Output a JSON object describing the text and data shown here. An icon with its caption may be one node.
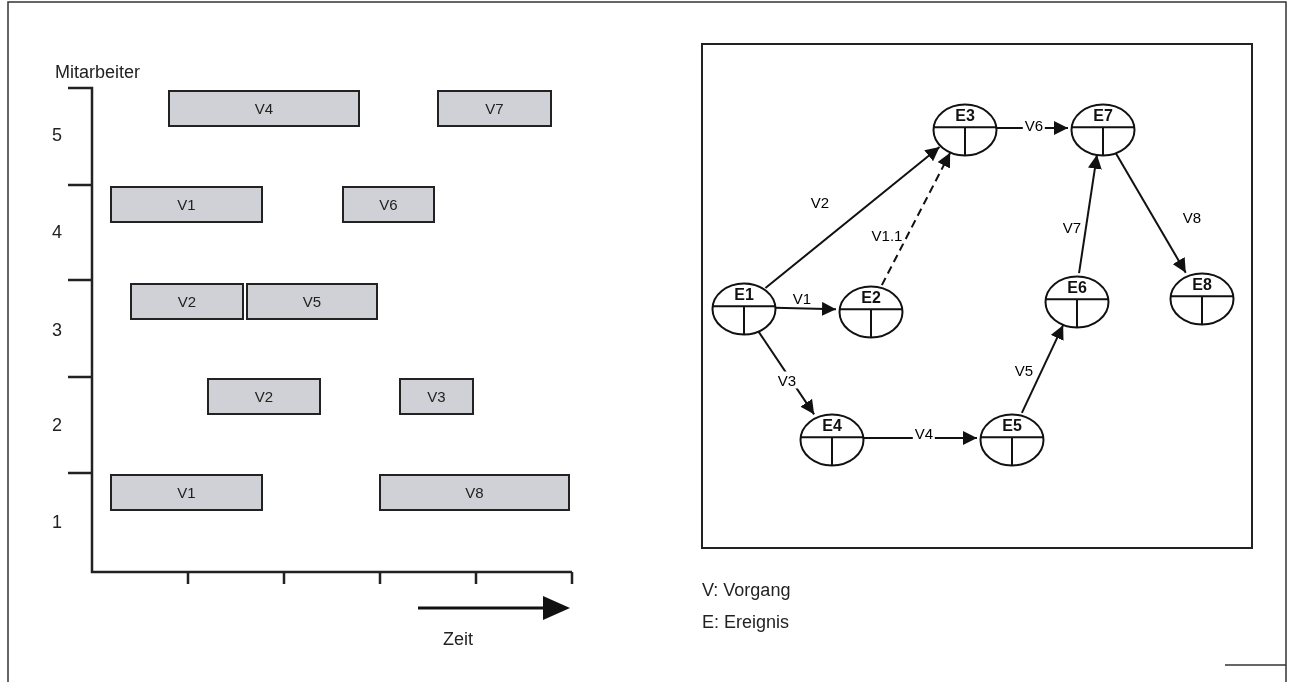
{
  "diagram": {
    "nodes": [
      {
        "text": [
          "V4"
        ]
      },
      {
        "text": [
          "V7"
        ]
      },
      {
        "text": [
          "V1"
        ]
      },
      {
        "text": [
          "V6"
        ]
      },
      {
        "text": [
          "V2"
        ]
      },
      {
        "text": [
          "V5"
        ]
      },
      {
        "text": [
          "V2"
        ]
      },
      {
        "text": [
          "V3"
        ]
      },
      {
        "text": [
          "V1"
        ]
      },
      {
        "text": [
          "V8"
        ]
      },
      {
        "text": [],
        "shape": "box"
      },
      {
        "text": [
          "E1"
        ],
        "in": 10
      },
      {
        "text": [
          "E2"
        ],
        "in": 10
      },
      {
        "text": [
          "E3"
        ],
        "in": 10
      },
      {
        "text": [
          "E4"
        ],
        "in": 10
      },
      {
        "text": [
          "E5"
        ],
        "in": 10
      },
      {
        "text": [
          "E6"
        ],
        "in": 10
      },
      {
        "text": [
          "E7"
        ],
        "in": 10
      },
      {
        "text": [
          "E8"
        ],
        "in": 10
      }
    ],
    "edges": [
      {
        "from": 11,
        "to": 13,
        "arrow": "to",
        "label": "V2"
      },
      {
        "from": 11,
        "to": 12,
        "arrow": "to",
        "label": "V1"
      },
      {
        "from": 12,
        "to": 13,
        "arrow": "to",
        "label": "V1.1",
        "style": "dashed"
      },
      {
        "from": 11,
        "to": 14,
        "arrow": "to",
        "label": "V3"
      },
      {
        "from": 14,
        "to": 15,
        "arrow": "to",
        "label": "V4"
      },
      {
        "from": 15,
        "to": 16,
        "arrow": "to",
        "label": "V5"
      },
      {
        "from": 16,
        "to": 17,
        "arrow": "to",
        "label": "V7"
      },
      {
        "from": 13,
        "to": 17,
        "arrow": "to",
        "label": "V6"
      },
      {
        "from": 17,
        "to": 18,
        "arrow": "to",
        "label": "V8"
      }
    ],
    "labels": [
      "Mitarbeiter",
      "5",
      "4",
      "3",
      "2",
      "1",
      "Zeit",
      "V: Vorgang",
      "E: Ereignis"
    ]
  }
}
